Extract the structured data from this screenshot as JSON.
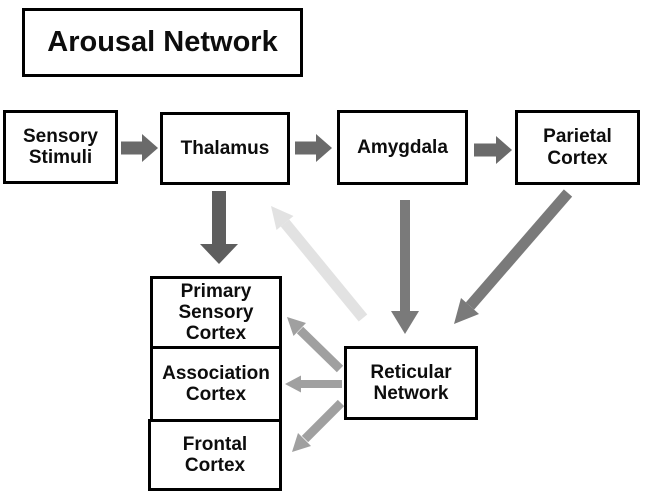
{
  "title": "Arousal Network",
  "nodes": {
    "sensory_stimuli": "Sensory\nStimuli",
    "thalamus": "Thalamus",
    "amygdala": "Amygdala",
    "parietal_cortex": "Parietal\nCortex",
    "primary_sensory_cortex": "Primary\nSensory\nCortex",
    "association_cortex": "Association\nCortex",
    "frontal_cortex": "Frontal\nCortex",
    "reticular_network": "Reticular\nNetwork"
  },
  "edges": [
    {
      "from": "Sensory Stimuli",
      "to": "Thalamus",
      "shade": "arrow_row"
    },
    {
      "from": "Thalamus",
      "to": "Amygdala",
      "shade": "arrow_row"
    },
    {
      "from": "Amygdala",
      "to": "Parietal Cortex",
      "shade": "arrow_row"
    },
    {
      "from": "Thalamus",
      "to": "Primary Sensory Cortex",
      "shade": "arrow_dark"
    },
    {
      "from": "Amygdala",
      "to": "Reticular Network",
      "shade": "arrow_mid"
    },
    {
      "from": "Parietal Cortex",
      "to": "Reticular Network",
      "shade": "arrow_mid"
    },
    {
      "from": "Reticular Network",
      "to": "Thalamus",
      "shade": "arrow_lightest"
    },
    {
      "from": "Reticular Network",
      "to": "Primary Sensory Cortex",
      "shade": "arrow_light"
    },
    {
      "from": "Reticular Network",
      "to": "Association Cortex",
      "shade": "arrow_light"
    },
    {
      "from": "Reticular Network",
      "to": "Frontal Cortex",
      "shade": "arrow_light"
    }
  ],
  "colors": {
    "background": "#ffffff",
    "box_border": "#000000",
    "text": "#0d0d0d",
    "arrow_row": "#6a6a6a",
    "arrow_dark": "#5e5e5e",
    "arrow_mid": "#7a7a7a",
    "arrow_light": "#a0a0a0",
    "arrow_lightest": "#e2e2e2"
  }
}
